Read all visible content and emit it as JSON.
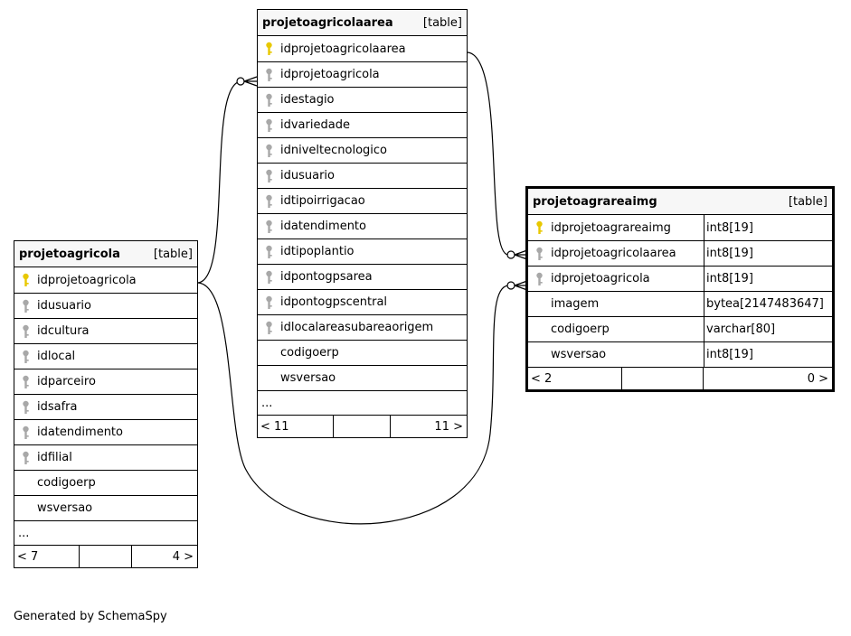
{
  "tables": {
    "projetoagricola": {
      "name": "projetoagricola",
      "type": "[table]",
      "columns": [
        {
          "name": "idprojetoagricola",
          "key": "primary"
        },
        {
          "name": "idusuario",
          "key": "foreign"
        },
        {
          "name": "idcultura",
          "key": "foreign"
        },
        {
          "name": "idlocal",
          "key": "foreign"
        },
        {
          "name": "idparceiro",
          "key": "foreign"
        },
        {
          "name": "idsafra",
          "key": "foreign"
        },
        {
          "name": "idatendimento",
          "key": "foreign"
        },
        {
          "name": "idfilial",
          "key": "foreign"
        },
        {
          "name": "codigoerp",
          "key": "none"
        },
        {
          "name": "wsversao",
          "key": "none"
        }
      ],
      "ellipsis": "...",
      "footer": {
        "left": "< 7",
        "right": "4 >"
      }
    },
    "projetoagricolaarea": {
      "name": "projetoagricolaarea",
      "type": "[table]",
      "columns": [
        {
          "name": "idprojetoagricolaarea",
          "key": "primary"
        },
        {
          "name": "idprojetoagricola",
          "key": "foreign"
        },
        {
          "name": "idestagio",
          "key": "foreign"
        },
        {
          "name": "idvariedade",
          "key": "foreign"
        },
        {
          "name": "idniveltecnologico",
          "key": "foreign"
        },
        {
          "name": "idusuario",
          "key": "foreign"
        },
        {
          "name": "idtipoirrigacao",
          "key": "foreign"
        },
        {
          "name": "idatendimento",
          "key": "foreign"
        },
        {
          "name": "idtipoplantio",
          "key": "foreign"
        },
        {
          "name": "idpontogpsarea",
          "key": "foreign"
        },
        {
          "name": "idpontogpscentral",
          "key": "foreign"
        },
        {
          "name": "idlocalareasubareaorigem",
          "key": "foreign"
        },
        {
          "name": "codigoerp",
          "key": "none"
        },
        {
          "name": "wsversao",
          "key": "none"
        }
      ],
      "ellipsis": "...",
      "footer": {
        "left": "< 11",
        "right": "11 >"
      }
    },
    "projetoagrareaimg": {
      "name": "projetoagrareaimg",
      "type": "[table]",
      "columns": [
        {
          "name": "idprojetoagrareaimg",
          "type": "int8[19]",
          "key": "primary"
        },
        {
          "name": "idprojetoagricolaarea",
          "type": "int8[19]",
          "key": "foreign"
        },
        {
          "name": "idprojetoagricola",
          "type": "int8[19]",
          "key": "foreign"
        },
        {
          "name": "imagem",
          "type": "bytea[2147483647]",
          "key": "none"
        },
        {
          "name": "codigoerp",
          "type": "varchar[80]",
          "key": "none"
        },
        {
          "name": "wsversao",
          "type": "int8[19]",
          "key": "none"
        }
      ],
      "footer": {
        "left": "< 2",
        "right": "0 >"
      }
    }
  },
  "colors": {
    "primary_key": "#e8c800",
    "foreign_key": "#a8a8a8",
    "line": "#000000"
  },
  "footer_text": "Generated by SchemaSpy"
}
